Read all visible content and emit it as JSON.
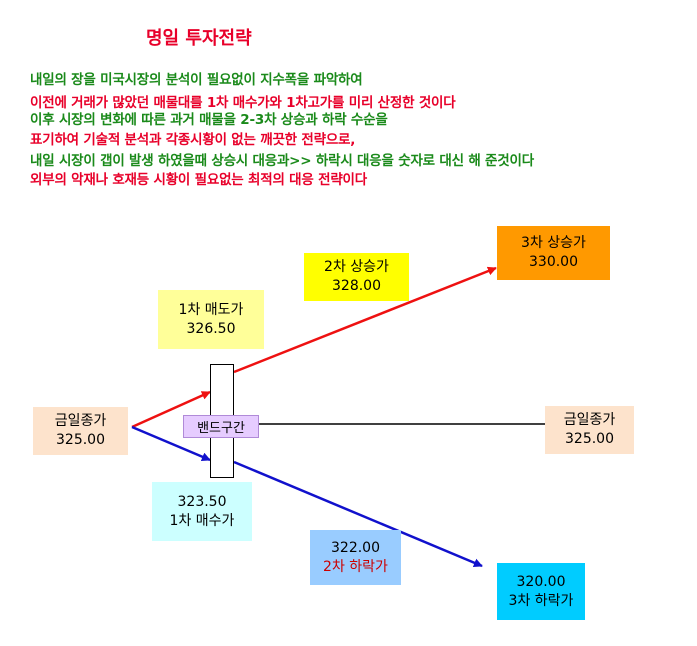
{
  "title": "명일 투자전략",
  "description": [
    {
      "text": "내일의 장을 미국시장의 분석이 필요없이 지수폭을 파악하여",
      "color": "green"
    },
    {
      "text": "이전에 거래가 많았던 매물대를 1차 매수가와 1차고가를 미리 산정한 것이다",
      "color": "red"
    },
    {
      "text": "이후 시장의 변화에 따른 과거 매물을 2-3차 상승과 하락 수순을",
      "color": "green"
    },
    {
      "text": "표기하여 기술적  분석과 각종시황이 없는 깨끗한 전략으로,",
      "color": "red"
    },
    {
      "text": "내일 시장이 갭이 발생 하였을때 상승시 대응과>> 하락시 대응을 숫자로 대신 해 준것이다",
      "color": "green"
    },
    {
      "text": "외부의 악재나 호재등  시황이 필요없는 최적의 대응 전략이다",
      "color": "red"
    }
  ],
  "diagram": {
    "close_left": {
      "label": "금일종가",
      "value": "325.00"
    },
    "close_right": {
      "label": "금일종가",
      "value": "325.00"
    },
    "band": "밴드구간",
    "sell1": {
      "label": "1차 매도가",
      "value": "326.50"
    },
    "buy1": {
      "value": "323.50",
      "label": "1차 매수가"
    },
    "up2": {
      "label": "2차 상승가",
      "value": "328.00"
    },
    "up3": {
      "label": "3차 상승가",
      "value": "330.00"
    },
    "down2": {
      "value": "322.00",
      "label": "2차 하락가"
    },
    "down3": {
      "value": "320.00",
      "label": "3차 하락가"
    }
  },
  "colors": {
    "green_text": "#1a8a1a",
    "red_text": "#e8002a",
    "up_arrow": "#ee1111",
    "down_arrow": "#1111cc",
    "close_box": "#fde3cc",
    "sell_box": "#ffff99",
    "buy_box": "#ccffff",
    "up2_box": "#ffff00",
    "up3_box": "#ff9900",
    "down2_box": "#99ccff",
    "down3_box": "#00ccff",
    "band_box": "#e6ccff"
  }
}
